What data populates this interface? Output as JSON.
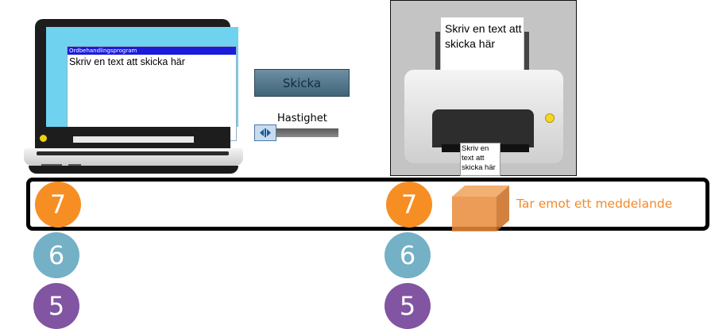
{
  "laptop": {
    "window_title": "Ordbehandlingsprogram",
    "document_text": "Skriv en text att skicka här"
  },
  "controls": {
    "send_label": "Skicka",
    "speed_label": "Hastighet",
    "slider_icon": "slider-arrows-icon",
    "speed_level": 0
  },
  "printer": {
    "paper_top_text": "Skriv en text att skicka här",
    "paper_out_text": "Skriv en text att skicka här"
  },
  "layers": {
    "left": [
      "7",
      "6",
      "5"
    ],
    "right": [
      "7",
      "6",
      "5"
    ],
    "active_message": "Tar emot ett meddelande"
  },
  "colors": {
    "layer7": "#f78e24",
    "layer6": "#74b0c6",
    "layer5": "#8155a2",
    "message": "#f28a2a",
    "titlebar": "#1b1bd9"
  }
}
